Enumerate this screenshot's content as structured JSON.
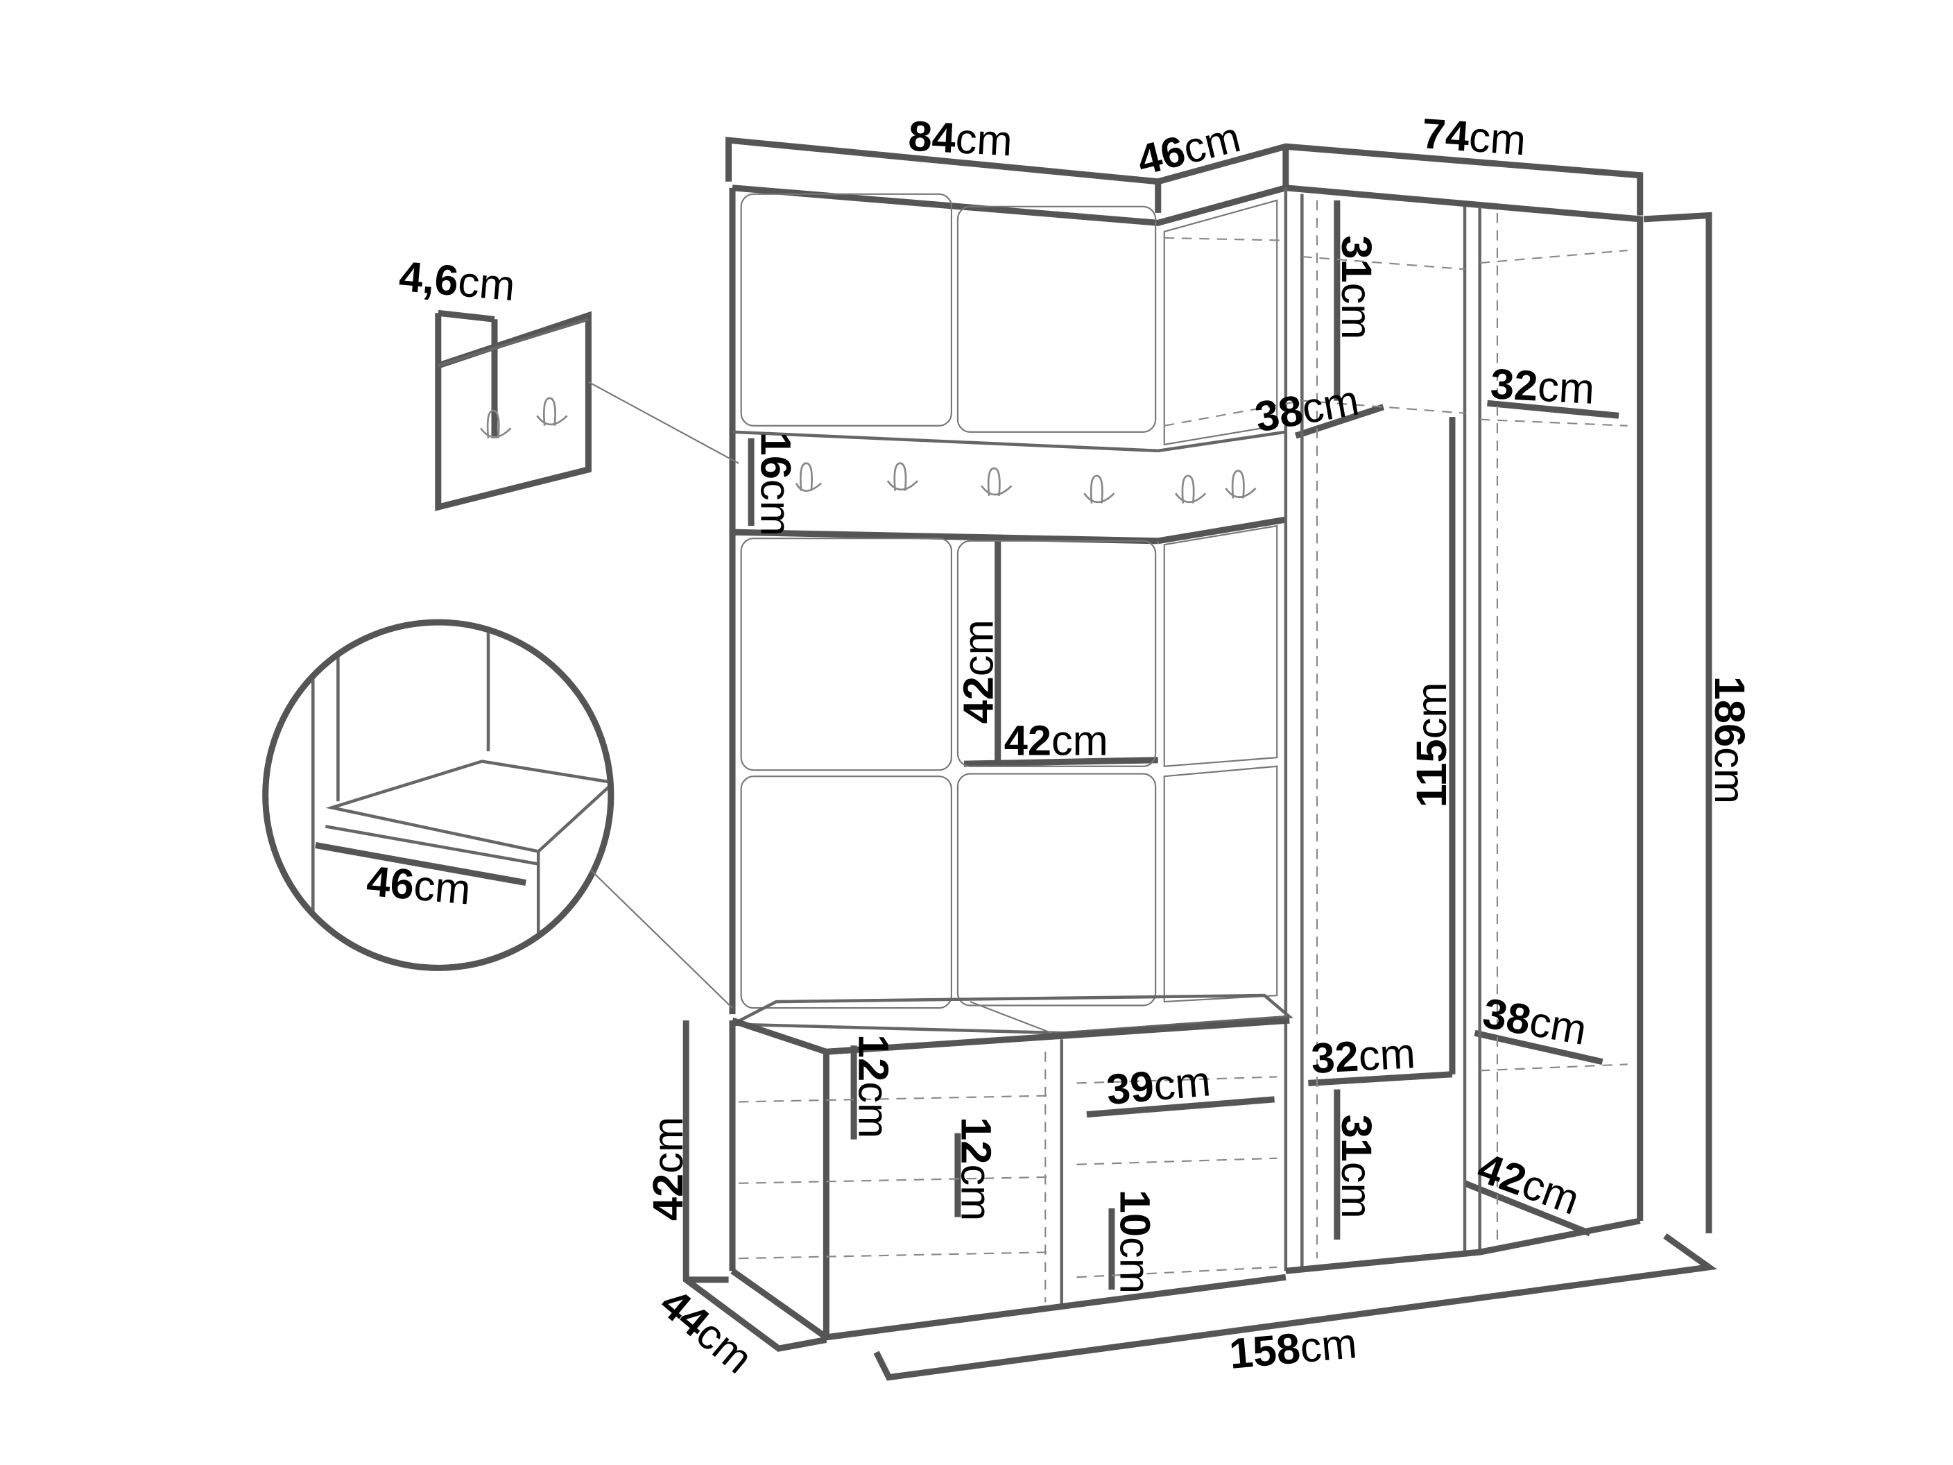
{
  "diagram": {
    "title": "Hallway furniture set dimensions",
    "unit": "cm",
    "dimensions": {
      "top_width_left": {
        "value": "84",
        "unit": "cm"
      },
      "top_corner_width": {
        "value": "46",
        "unit": "cm"
      },
      "top_width_right": {
        "value": "74",
        "unit": "cm"
      },
      "hook_panel_depth": {
        "value": "4,6",
        "unit": "cm"
      },
      "hook_rail_height": {
        "value": "16",
        "unit": "cm"
      },
      "wardrobe_top_shelf_height": {
        "value": "31",
        "unit": "cm"
      },
      "wardrobe_rail_depth": {
        "value": "38",
        "unit": "cm"
      },
      "right_shelf_width": {
        "value": "32",
        "unit": "cm"
      },
      "panel_height": {
        "value": "42",
        "unit": "cm"
      },
      "panel_width": {
        "value": "42",
        "unit": "cm"
      },
      "hanging_height": {
        "value": "115",
        "unit": "cm"
      },
      "total_height": {
        "value": "186",
        "unit": "cm"
      },
      "seat_depth": {
        "value": "46",
        "unit": "cm"
      },
      "right_lower_shelf_depth": {
        "value": "38",
        "unit": "cm"
      },
      "wardrobe_bottom_width": {
        "value": "32",
        "unit": "cm"
      },
      "bench_top_compartment": {
        "value": "12",
        "unit": "cm"
      },
      "bench_compartment_width": {
        "value": "39",
        "unit": "cm"
      },
      "bench_middle_compartment": {
        "value": "12",
        "unit": "cm"
      },
      "bench_height": {
        "value": "42",
        "unit": "cm"
      },
      "wardrobe_bottom_shelf_height": {
        "value": "31",
        "unit": "cm"
      },
      "right_bottom_depth": {
        "value": "42",
        "unit": "cm"
      },
      "bench_bottom_compartment": {
        "value": "10",
        "unit": "cm"
      },
      "bench_depth": {
        "value": "44",
        "unit": "cm"
      },
      "total_width": {
        "value": "158",
        "unit": "cm"
      }
    }
  }
}
